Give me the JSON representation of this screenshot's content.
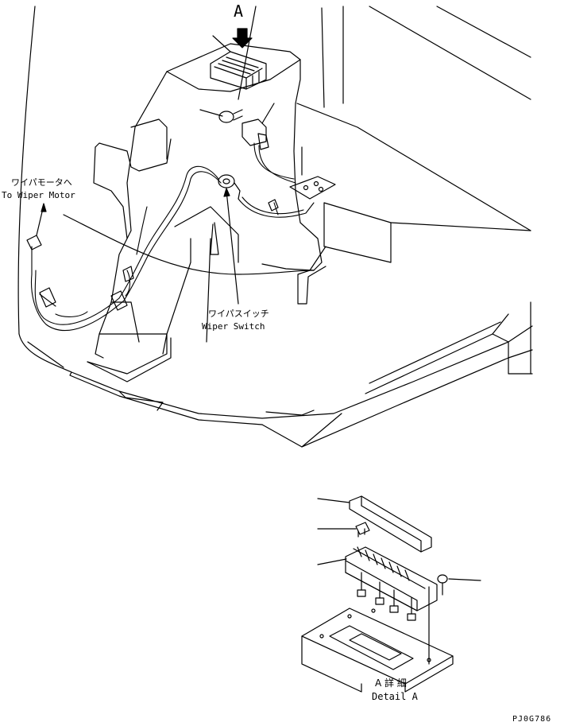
{
  "diagram": {
    "view_marker": "A",
    "to_motor_ja": "ワイパモータへ",
    "to_motor_en": "To Wiper Motor",
    "switch_ja": "ワイパスイッチ",
    "switch_en": "Wiper Switch",
    "detail_ja": "A 詳 細",
    "detail_en": "Detail A",
    "drawing_code": "PJ0G786",
    "line_color": "#000000",
    "background": "#ffffff"
  }
}
